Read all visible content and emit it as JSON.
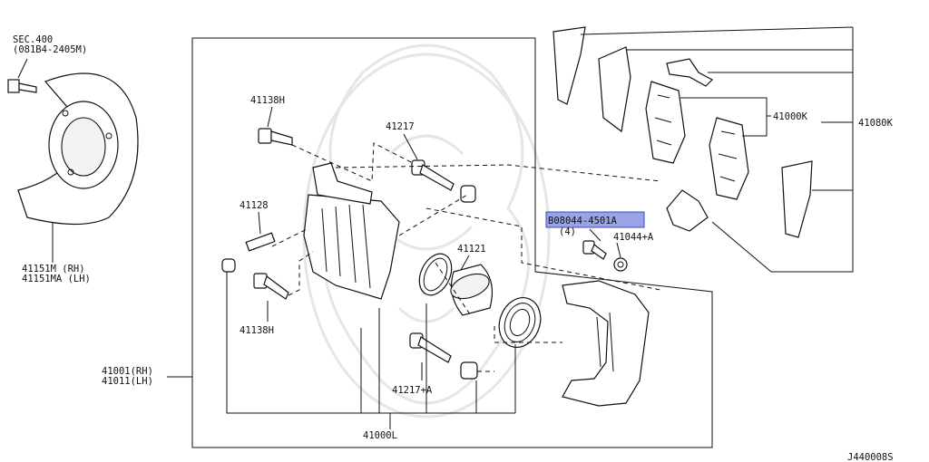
{
  "labels": {
    "sec_400": "SEC.400",
    "sec_400_ref": "(081B4-2405M)",
    "splash_shield_rh": "41151M  (RH)",
    "splash_shield_lh": "41151MA (LH)",
    "guide_pin_bolt_top": "41138H",
    "guide_pin_top": "41217",
    "bleeder_screw": "41128",
    "guide_pin_bolt_bottom": "41138H",
    "piston": "41121",
    "caliper_assy_rh": "41001(RH)",
    "caliper_assy_lh": "41011(LH)",
    "guide_pin_bottom": "41217+A",
    "seal_kit": "41000L",
    "pad_kit": "41000K",
    "pad_set": "41080K",
    "highlighted_bolt_code": "B08044-4501A",
    "bolt_qty": "(4)",
    "washer": "41044+A",
    "diagram_code": "J440008S"
  },
  "colors": {
    "highlight_fill": "#9aa3e6",
    "highlight_stroke": "#3d49b8",
    "line": "#111111",
    "watermark": "#e6e6e6"
  }
}
